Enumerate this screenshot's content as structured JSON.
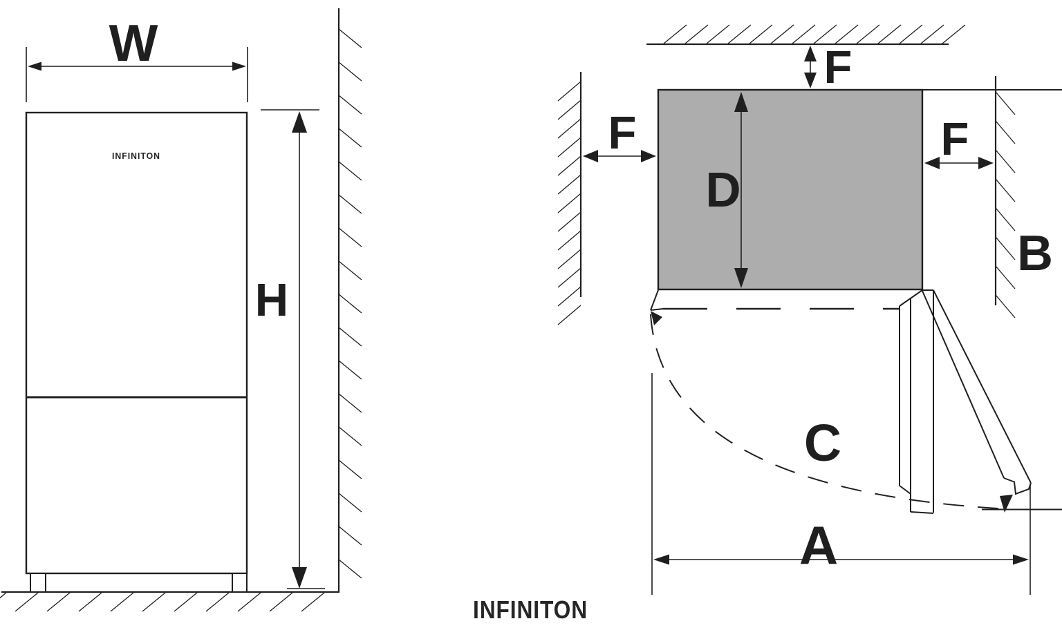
{
  "figure": {
    "left_view": {
      "labels": {
        "width": "W",
        "height": "H"
      },
      "brand_logo": "INFINITON"
    },
    "top_view": {
      "labels": {
        "depth": "D",
        "rear_gap": "F",
        "left_gap": "F",
        "right_gap": "F",
        "door_swing": "C",
        "open_width": "A",
        "side_wall": "B"
      }
    },
    "footer_logo": "INFINITON",
    "colors": {
      "line": "#1f1f1f",
      "cabinet_fill": "#adadad",
      "background": "#ffffff",
      "label_color": "#1f1f1f"
    }
  }
}
